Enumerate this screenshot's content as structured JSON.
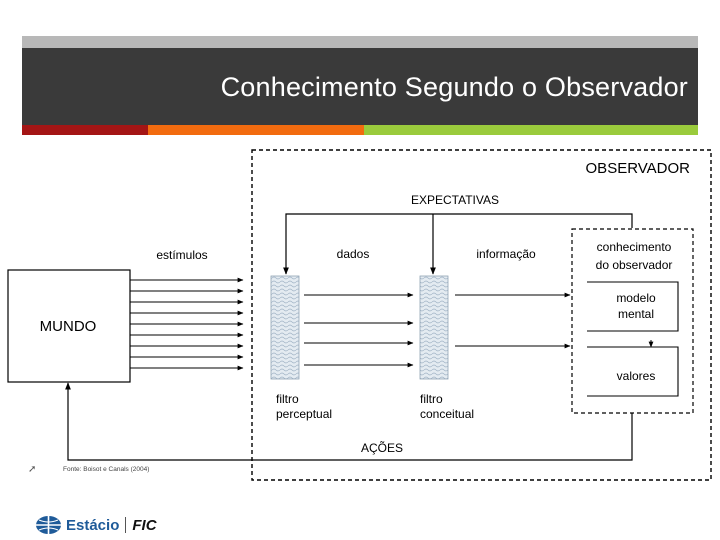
{
  "slide": {
    "title": "Conhecimento Segundo o Observador",
    "source_bullet": "➚",
    "source_note": "Fonte: Boisot e Canals (2004)",
    "colors": {
      "header": "#3a3a3a",
      "stripe": "#b8b8b8",
      "accent_red": "#a41515",
      "accent_orange": "#f26b0f",
      "accent_green": "#9acb3c"
    }
  },
  "diagram": {
    "observador": "OBSERVADOR",
    "expectativas": "EXPECTATIVAS",
    "estimulos": "estímulos",
    "dados": "dados",
    "informacao": "informação",
    "conhecimento_line1": "conhecimento",
    "conhecimento_line2": "do observador",
    "mundo": "MUNDO",
    "modelo_line1": "modelo",
    "modelo_line2": "mental",
    "valores": "valores",
    "filtro_perceptual_line1": "filtro",
    "filtro_perceptual_line2": "perceptual",
    "filtro_conceitual_line1": "filtro",
    "filtro_conceitual_line2": "conceitual",
    "acoes": "AÇÕES"
  },
  "footer": {
    "logo_name": "Estácio",
    "logo_sub": "FIC",
    "logo_icon": "globe-icon"
  }
}
